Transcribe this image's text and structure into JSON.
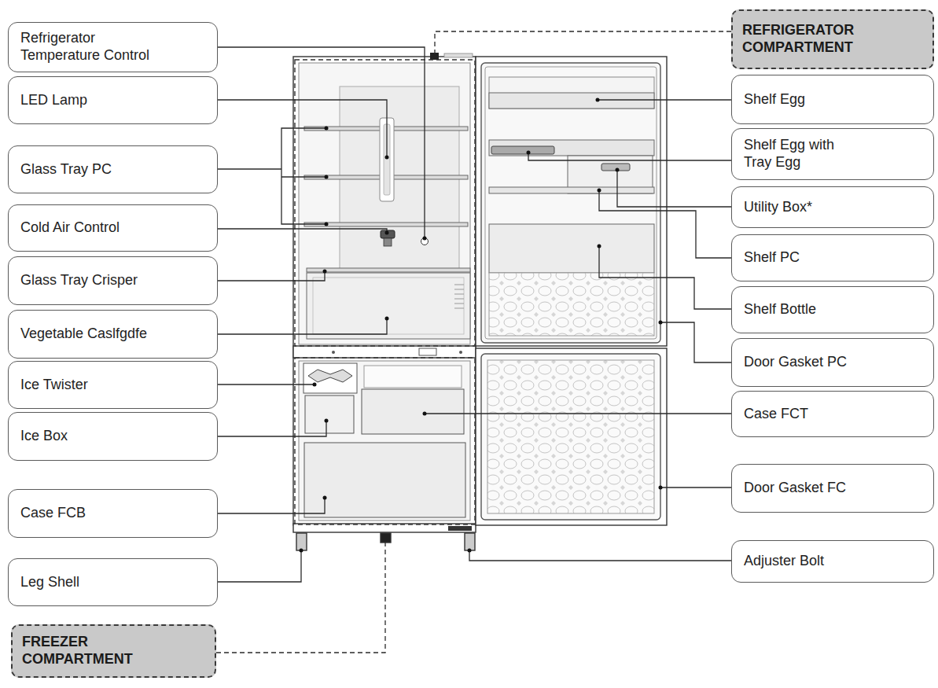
{
  "diagram": {
    "nodes": [
      {
        "text": [
          "Refrigerator Temperature Control"
        ]
      },
      {
        "text": [
          "LED Lamp"
        ]
      },
      {
        "text": [
          "Glass Tray PC"
        ]
      },
      {
        "text": [
          "Cold Air Control"
        ]
      },
      {
        "text": [
          "Glass Tray Crisper"
        ]
      },
      {
        "text": [
          "Vegetable Caslfgdfe"
        ]
      },
      {
        "text": [
          "Ice Twister"
        ]
      },
      {
        "text": [
          "Ice Box"
        ]
      },
      {
        "text": [
          "Case FCB"
        ]
      },
      {
        "text": [
          "Leg Shell"
        ]
      },
      {
        "text": [
          "FREEZER COMPARTMENT"
        ]
      },
      {
        "text": [
          "REFRIGERATOR COMPARTMENT"
        ]
      },
      {
        "text": [
          "Shelf Egg"
        ]
      },
      {
        "text": [
          "Shelf Egg with Tray Egg"
        ]
      },
      {
        "text": [
          "Utility Box*"
        ]
      },
      {
        "text": [
          "Shelf PC"
        ]
      },
      {
        "text": [
          "Shelf Bottle"
        ]
      },
      {
        "text": [
          "Door Gasket PC"
        ]
      },
      {
        "text": [
          "Case FCT"
        ]
      },
      {
        "text": [
          "Door Gasket FC"
        ]
      },
      {
        "text": [
          "Adjuster Bolt"
        ]
      }
    ]
  }
}
